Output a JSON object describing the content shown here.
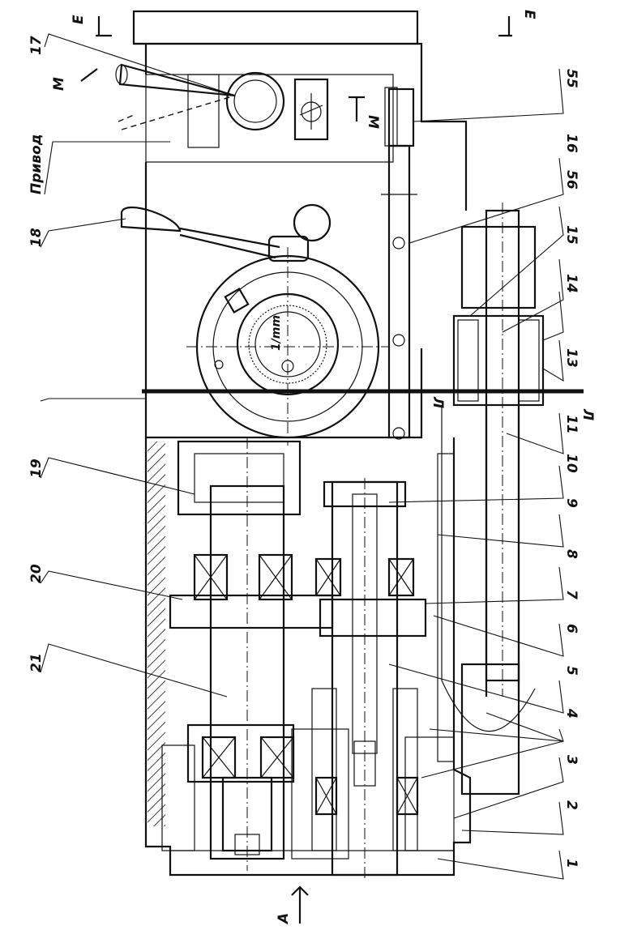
{
  "callouts": [
    {
      "id": "c1",
      "text": "1"
    },
    {
      "id": "c2",
      "text": "2"
    },
    {
      "id": "c3",
      "text": "3"
    },
    {
      "id": "c4",
      "text": "4"
    },
    {
      "id": "c5",
      "text": "5"
    },
    {
      "id": "c6",
      "text": "6"
    },
    {
      "id": "c7",
      "text": "7"
    },
    {
      "id": "c8",
      "text": "8"
    },
    {
      "id": "c9",
      "text": "9"
    },
    {
      "id": "c10",
      "text": "10"
    },
    {
      "id": "c11",
      "text": "11"
    },
    {
      "id": "c13",
      "text": "13"
    },
    {
      "id": "c14",
      "text": "14"
    },
    {
      "id": "c15",
      "text": "15"
    },
    {
      "id": "c16",
      "text": "16"
    },
    {
      "id": "c17",
      "text": "17"
    },
    {
      "id": "c18",
      "text": "18"
    },
    {
      "id": "c19",
      "text": "19"
    },
    {
      "id": "c20",
      "text": "20"
    },
    {
      "id": "c21",
      "text": "21"
    },
    {
      "id": "c55",
      "text": "55"
    },
    {
      "id": "c56",
      "text": "56"
    }
  ],
  "labels": {
    "drive": "Привод",
    "section_e_left": "E",
    "section_e_right": "E",
    "section_m_left": "M",
    "section_m_right": "M",
    "section_l_left": "Л",
    "section_l_right": "Л",
    "view_a": "A",
    "dial_text": "1/mm"
  },
  "colors": {
    "ink": "#111111",
    "paper": "#ffffff",
    "hatch": "#111111"
  }
}
